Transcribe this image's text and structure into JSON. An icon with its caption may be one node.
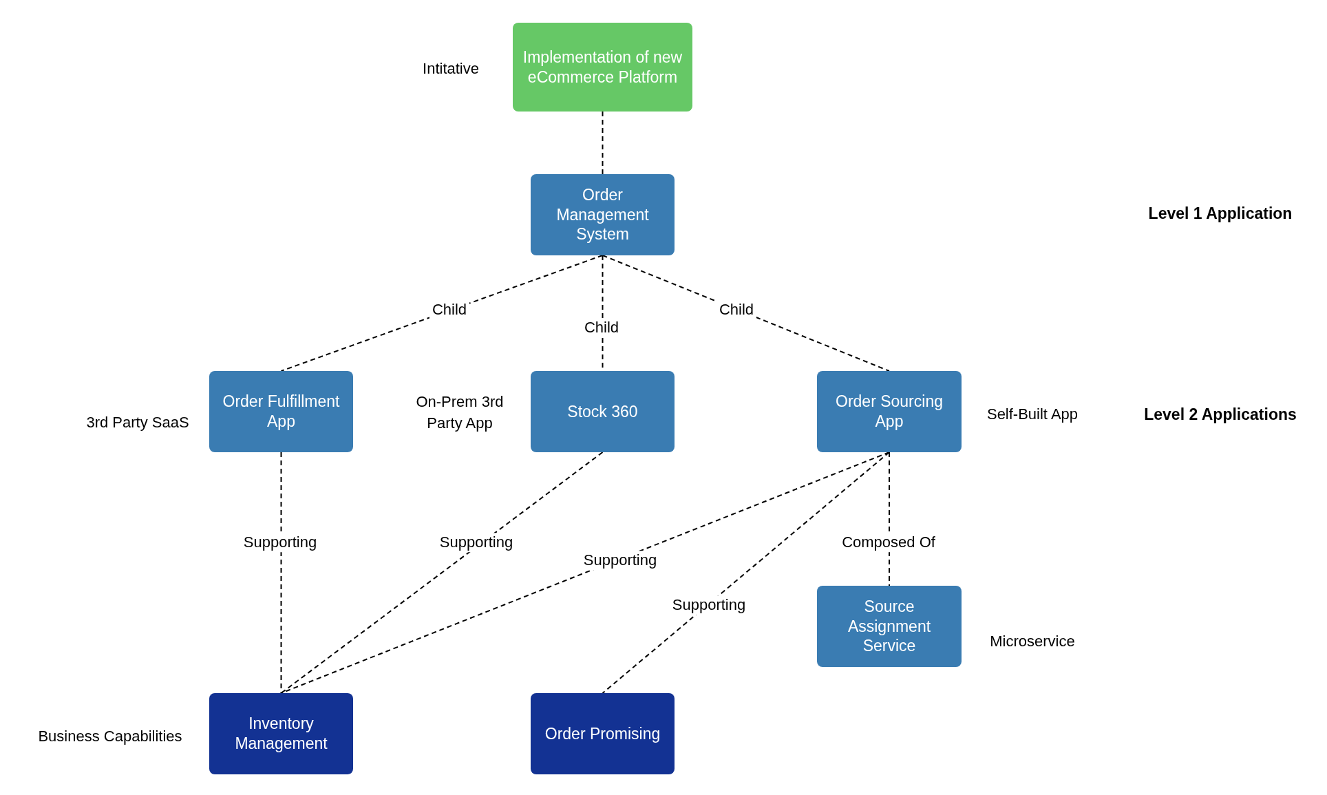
{
  "diagram": {
    "nodes": [
      {
        "text": [
          "Implementation of new eCommerce Platform"
        ],
        "beside": [
          "Intitative"
        ]
      },
      {
        "text": [
          "Order Management System"
        ]
      },
      {
        "text": [
          "Order Fulfillment App"
        ],
        "beside": [
          "3rd Party SaaS"
        ]
      },
      {
        "text": [
          "Stock 360"
        ],
        "beside": [
          "On-Prem 3rd Party App"
        ]
      },
      {
        "text": [
          "Order Sourcing App"
        ],
        "beside": [
          "Self-Built App"
        ]
      },
      {
        "text": [
          "Source Assignment Service"
        ],
        "beside": [
          "Microservice"
        ]
      },
      {
        "text": [
          "Inventory Management"
        ],
        "beside": [
          "Business Capabilities"
        ]
      },
      {
        "text": [
          "Order Promising"
        ]
      }
    ],
    "edges": [
      {
        "from": 0,
        "to": 1,
        "arrow": "none",
        "style": "dashed"
      },
      {
        "from": 1,
        "to": 2,
        "arrow": "none",
        "style": "dashed",
        "label": "Child"
      },
      {
        "from": 1,
        "to": 3,
        "arrow": "none",
        "style": "dashed",
        "label": "Child"
      },
      {
        "from": 1,
        "to": 4,
        "arrow": "none",
        "style": "dashed",
        "label": "Child"
      },
      {
        "from": 2,
        "to": 6,
        "arrow": "none",
        "style": "dashed",
        "label": "Supporting"
      },
      {
        "from": 3,
        "to": 6,
        "arrow": "none",
        "style": "dashed",
        "label": "Supporting"
      },
      {
        "from": 4,
        "to": 6,
        "arrow": "none",
        "style": "dashed",
        "label": "Supporting"
      },
      {
        "from": 4,
        "to": 7,
        "arrow": "none",
        "style": "dashed",
        "label": "Supporting"
      },
      {
        "from": 4,
        "to": 5,
        "arrow": "none",
        "style": "dashed",
        "label": "Composed Of"
      }
    ],
    "labels": [
      "Level 1 Application",
      "Level 2 Applications"
    ]
  }
}
